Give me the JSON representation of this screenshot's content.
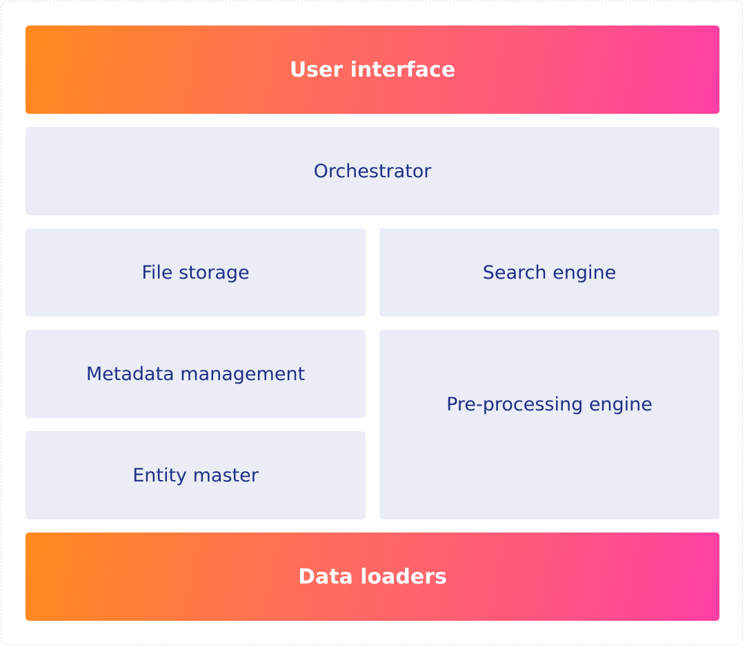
{
  "diagram": {
    "top_layer": {
      "label": "User interface",
      "accent_start": "#ff8a1d",
      "accent_end": "#ff3fa4"
    },
    "orchestrator": {
      "label": "Orchestrator"
    },
    "components": {
      "file_storage": {
        "label": "File storage"
      },
      "search_engine": {
        "label": "Search engine"
      },
      "metadata_management": {
        "label": "Metadata management"
      },
      "pre_processing_engine": {
        "label": "Pre-processing engine"
      },
      "entity_master": {
        "label": "Entity master"
      }
    },
    "bottom_layer": {
      "label": "Data loaders"
    },
    "colors": {
      "block_fill": "#eaedf6",
      "block_text": "#1e2f86",
      "layer_text": "#ffffff"
    }
  }
}
